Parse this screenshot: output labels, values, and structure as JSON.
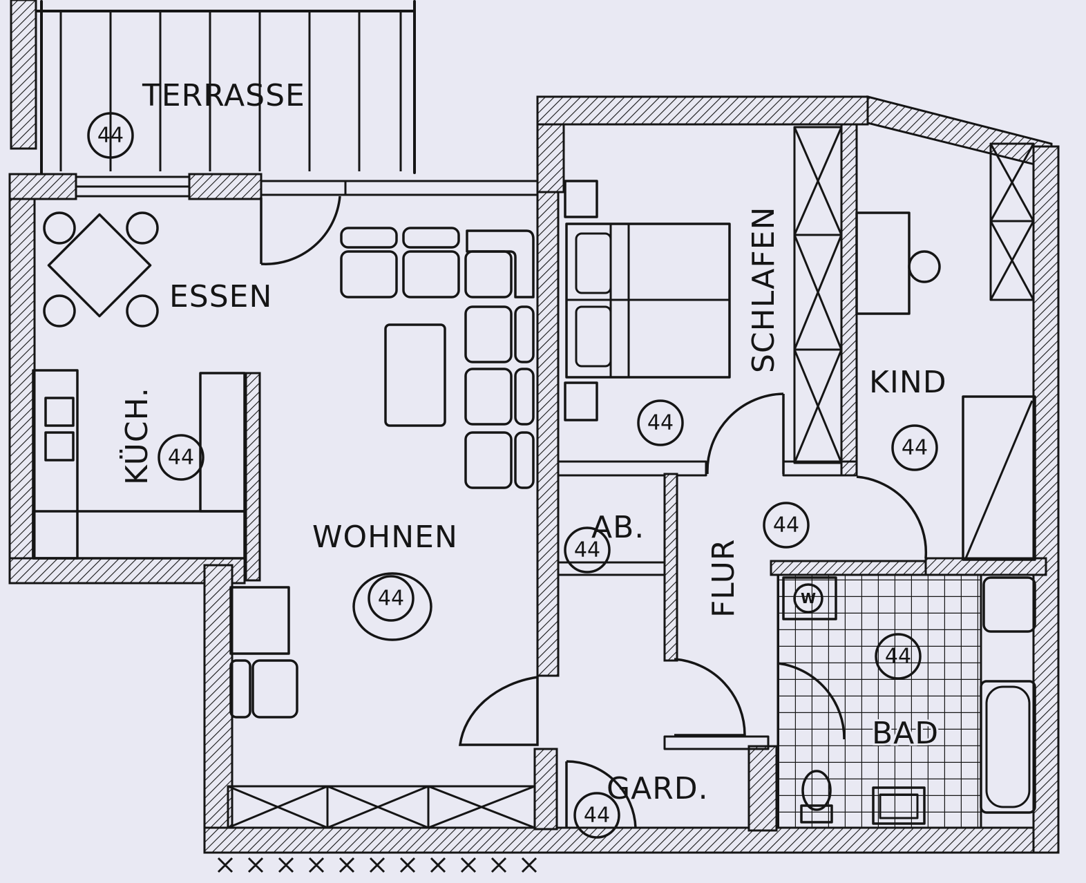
{
  "rooms": {
    "terrasse": "TERRASSE",
    "essen": "ESSEN",
    "kueche": "KÜCH.",
    "wohnen": "WOHNEN",
    "schlafen": "SCHLAFEN",
    "kind": "KIND",
    "abstellraum": "AB.",
    "flur": "FLUR",
    "bad": "BAD",
    "garderobe": "GARD."
  },
  "room_badges": {
    "terrasse": "44",
    "kueche": "44",
    "wohnen": "44",
    "schlafen": "44",
    "kind": "44",
    "abstellraum": "44",
    "flur": "44",
    "bad": "44",
    "garderobe": "44"
  },
  "fixtures": {
    "washer_symbol": "W"
  },
  "colors": {
    "paper": "#e9e9f3",
    "ink": "#151515"
  }
}
